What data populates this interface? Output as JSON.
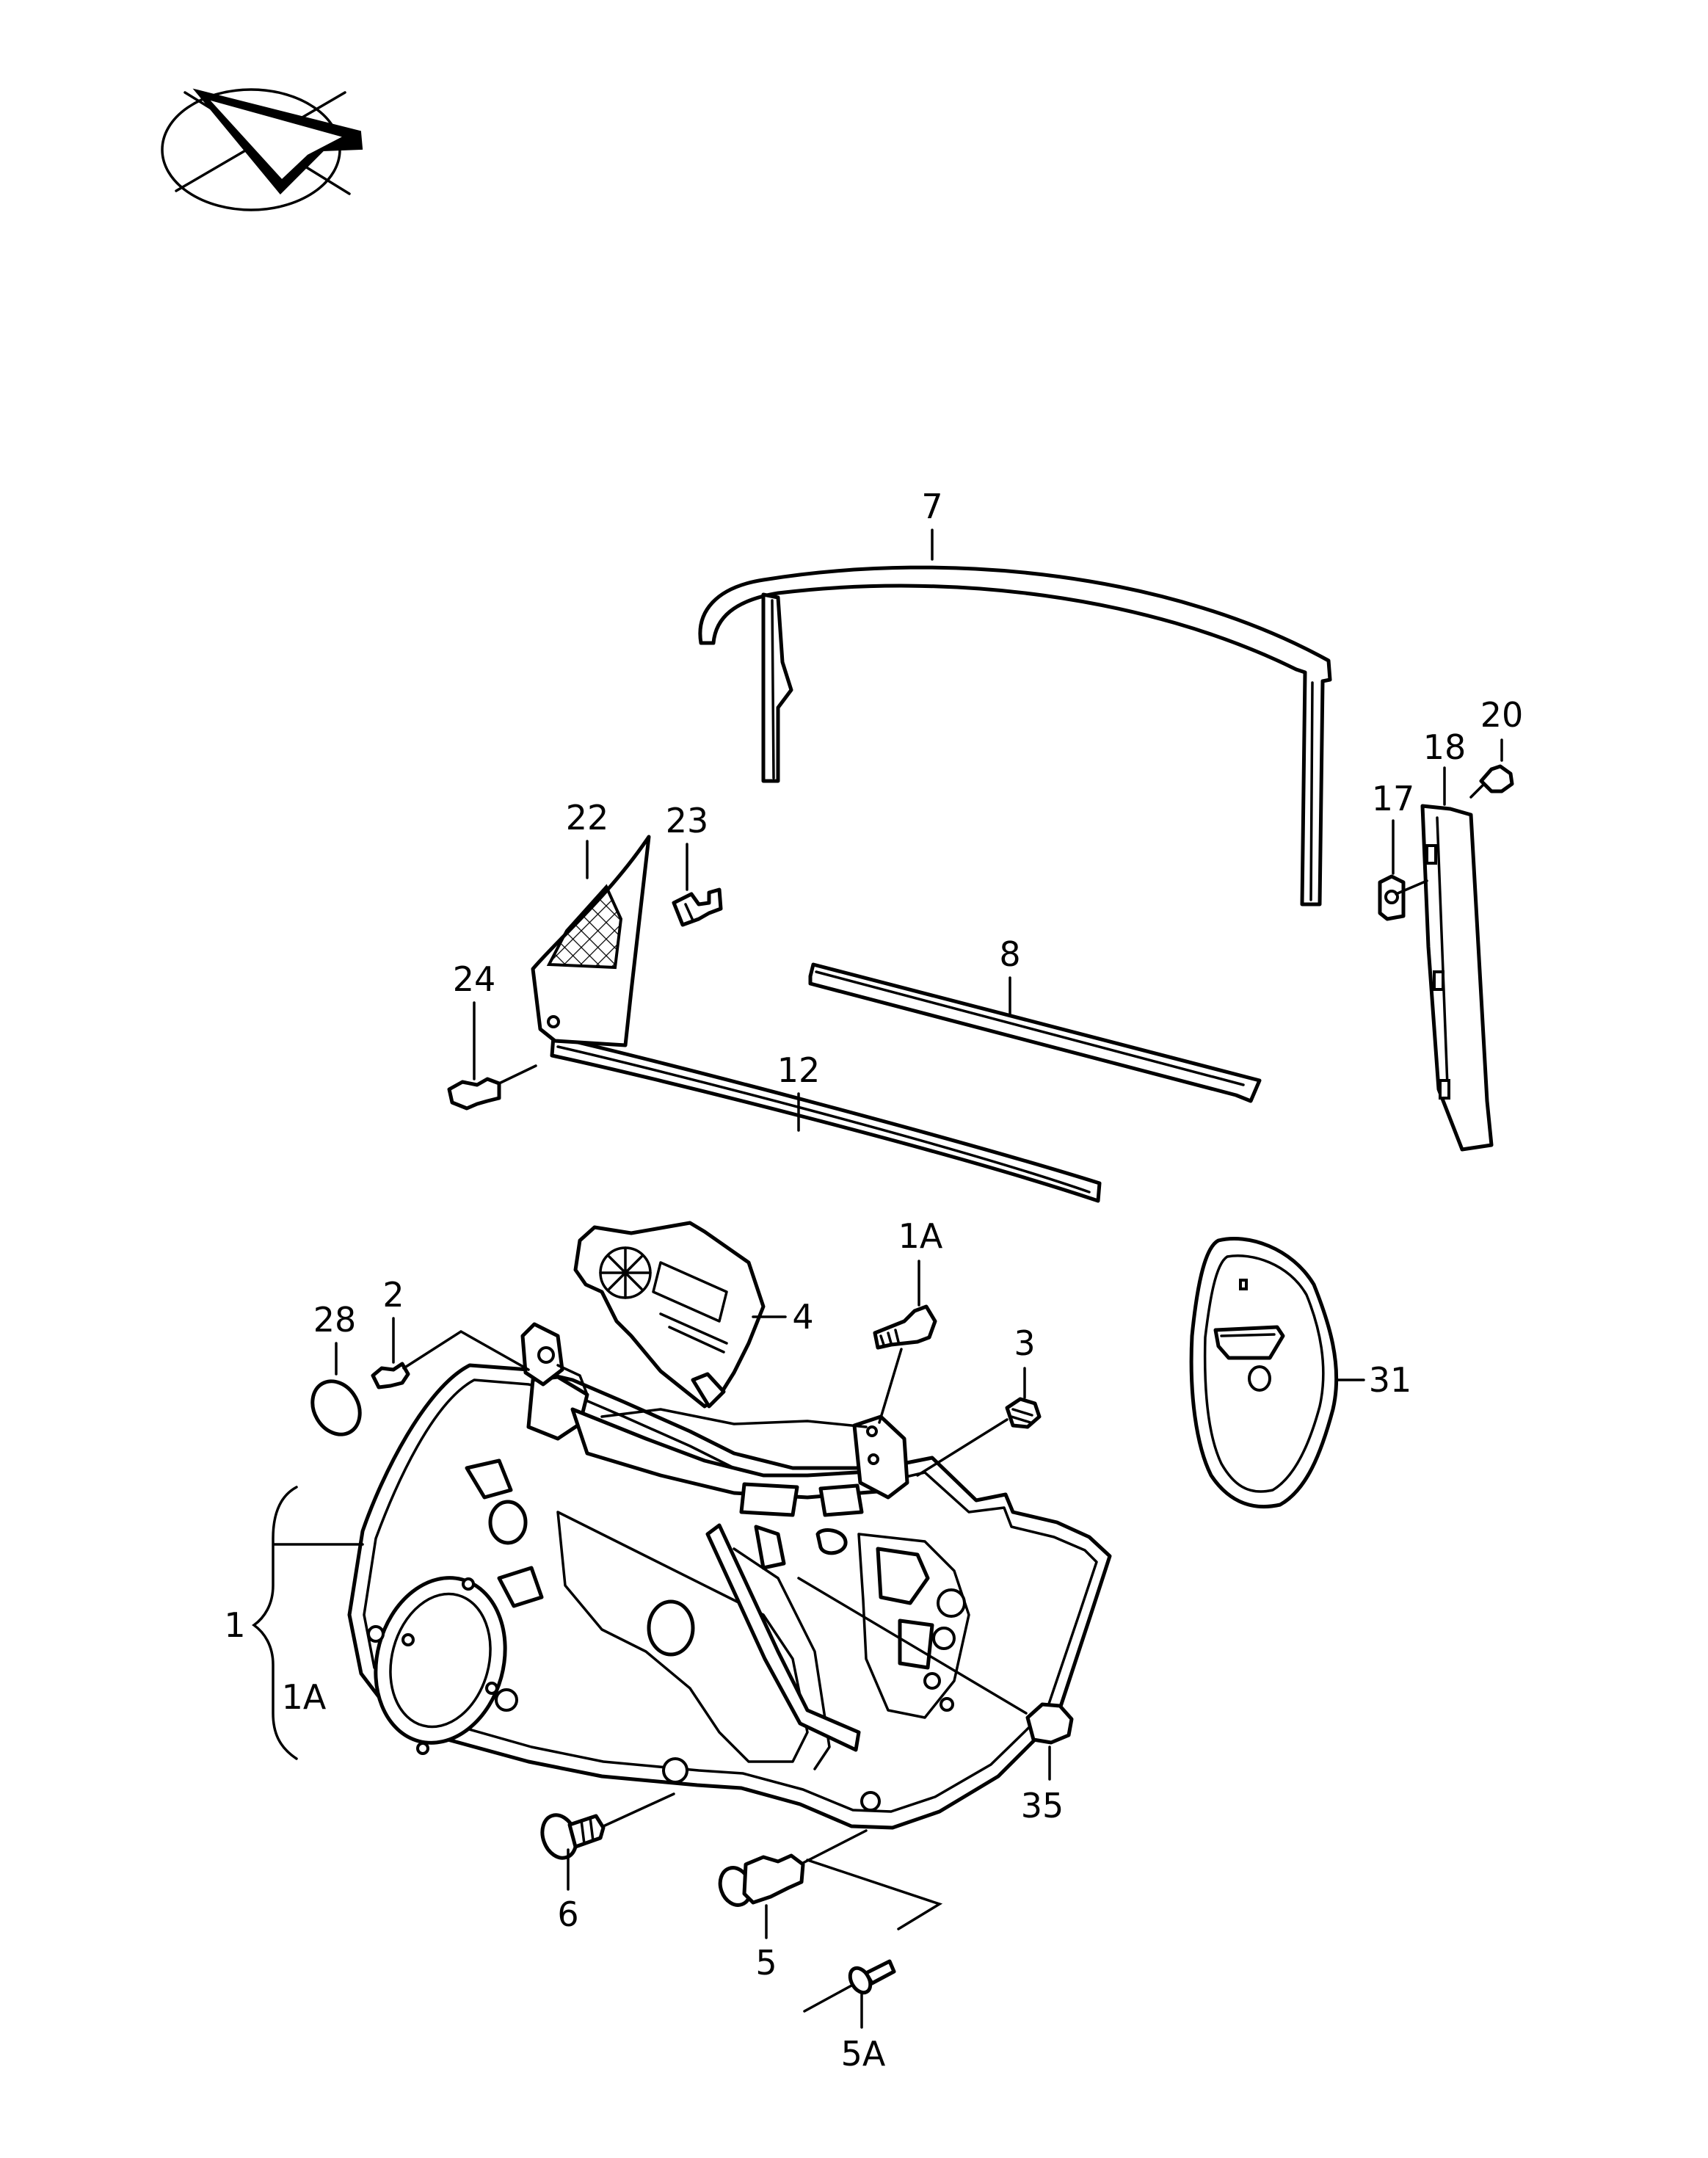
{
  "callouts": {
    "c7": "7",
    "c20": "20",
    "c18": "18",
    "c17": "17",
    "c22": "22",
    "c23": "23",
    "c8": "8",
    "c24": "24",
    "c12": "12",
    "c1a_top": "1A",
    "c4": "4",
    "c3": "3",
    "c28": "28",
    "c2": "2",
    "c31": "31",
    "c1": "1",
    "c1a_bracket": "1A",
    "c35": "35",
    "c6": "6",
    "c5": "5",
    "c5a": "5A"
  },
  "icons": {
    "orientation": "orientation-arrow-icon"
  }
}
